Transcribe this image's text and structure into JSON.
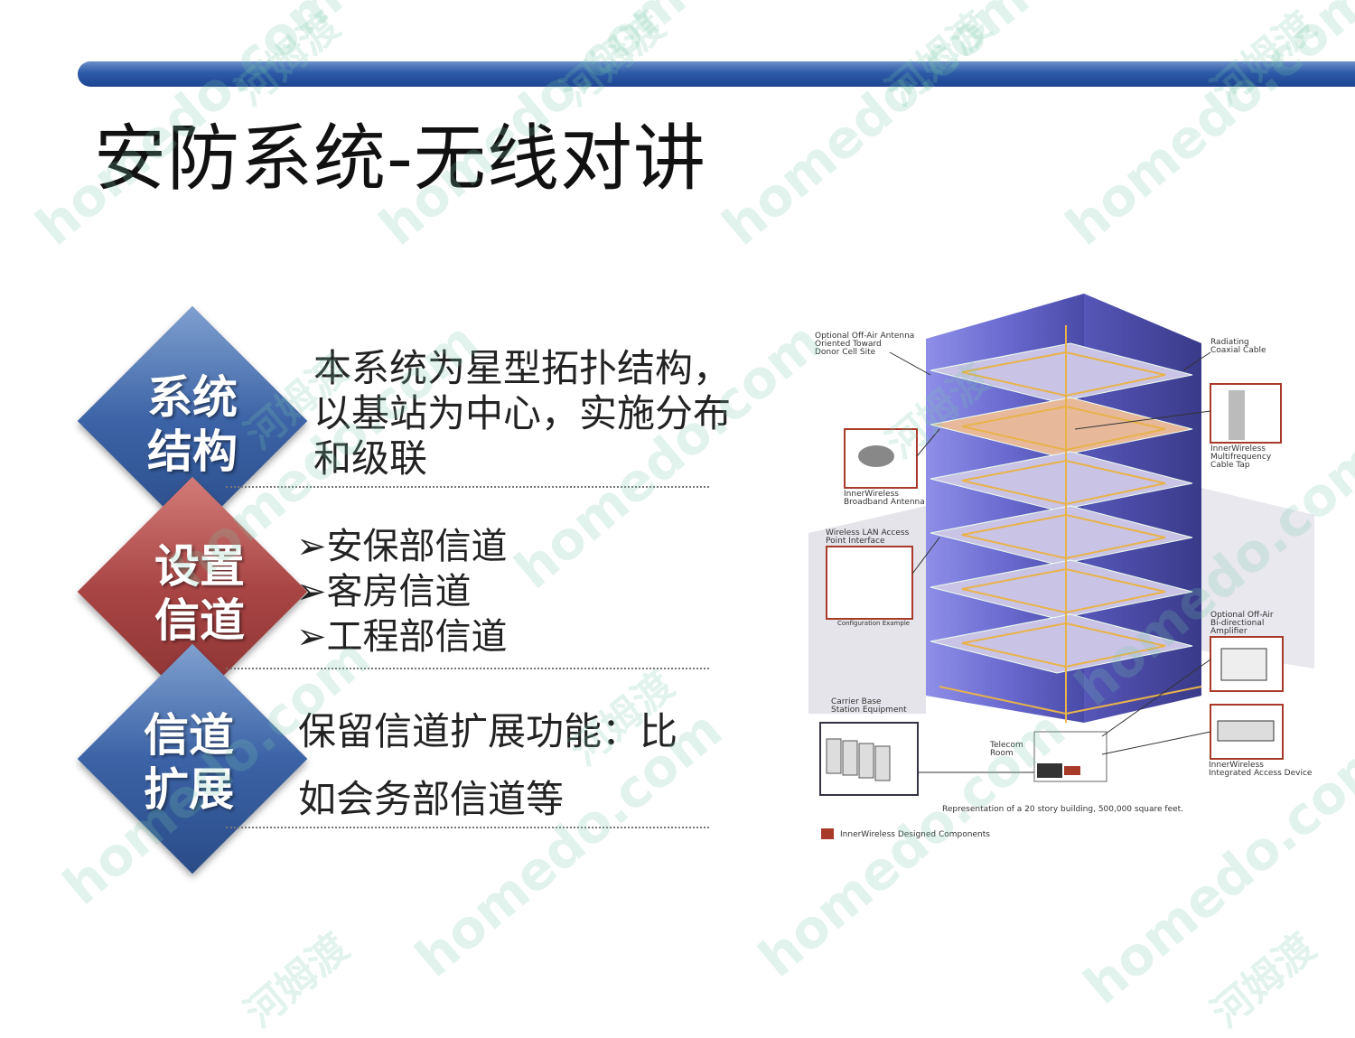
{
  "slide": {
    "title": "安防系统-无线对讲",
    "accent_colors": {
      "banner": "#2d5aa8",
      "blue_diamond": "#3c63a6",
      "red_diamond": "#a84444"
    }
  },
  "sections": [
    {
      "label": [
        "系统",
        "结构"
      ],
      "color": "blue",
      "text_lines": [
        "本系统为星型拓扑结构，",
        "以基站为中心，实施分布",
        "和级联"
      ]
    },
    {
      "label": [
        "设置",
        "信道"
      ],
      "color": "red",
      "bullets": [
        "➢安保部信道",
        "➢客房信道",
        "➢工程部信道"
      ]
    },
    {
      "label": [
        "信道",
        "扩展"
      ],
      "color": "blue",
      "text_lines": [
        "保留信道扩展功能：比",
        "如会务部信道等"
      ]
    }
  ],
  "diagram": {
    "labels": {
      "off_air_antenna": [
        "Optional Off-Air Antenna",
        "Oriented Toward",
        "Donor Cell Site"
      ],
      "broadband_antenna": [
        "InnerWireless",
        "Broadband Antenna"
      ],
      "wlan": [
        "Wireless LAN Access",
        "Point Interface"
      ],
      "config_example": "Configuration Example",
      "carrier": [
        "Carrier Base",
        "Station Equipment"
      ],
      "telecom": [
        "Telecom",
        "Room"
      ],
      "radiating": [
        "Radiating",
        "Coaxial Cable"
      ],
      "cable_tap": [
        "InnerWireless",
        "Multifrequency",
        "Cable Tap"
      ],
      "amplifier": [
        "Optional Off-Air",
        "Bi-directional",
        "Amplifier"
      ],
      "access_device": [
        "InnerWireless",
        "Integrated Access Device"
      ],
      "representation": "Representation of a 20 story building, 500,000 square feet.",
      "legend": "InnerWireless Designed Components"
    }
  },
  "watermark": {
    "site": "homedo.com",
    "brand": "河姆渡"
  }
}
